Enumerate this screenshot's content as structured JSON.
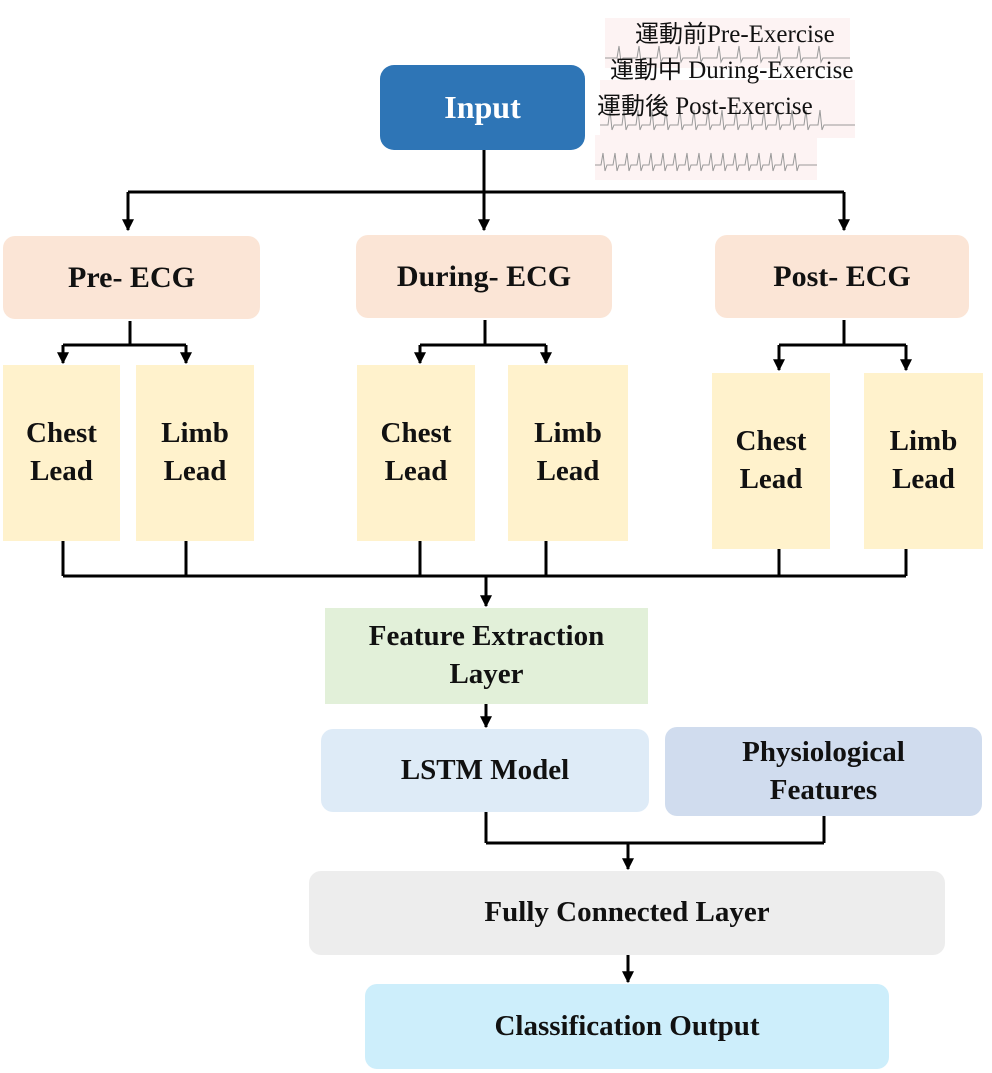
{
  "input": {
    "label": "Input"
  },
  "legend": [
    {
      "zh": "運動前",
      "en": "Pre-Exercise"
    },
    {
      "zh": "運動中",
      "en": "During-Exercise"
    },
    {
      "zh": "運動後",
      "en": "Post-Exercise"
    }
  ],
  "groups": [
    {
      "ecg": "Pre- ECG",
      "chest": [
        "Chest",
        "Lead"
      ],
      "limb": [
        "Limb",
        "Lead"
      ]
    },
    {
      "ecg": "During- ECG",
      "chest": [
        "Chest",
        "Lead"
      ],
      "limb": [
        "Limb",
        "Lead"
      ]
    },
    {
      "ecg": "Post- ECG",
      "chest": [
        "Chest",
        "Lead"
      ],
      "limb": [
        "Limb",
        "Lead"
      ]
    }
  ],
  "feature_extraction": [
    "Feature Extraction",
    "Layer"
  ],
  "lstm": "LSTM Model",
  "physiological": [
    "Physiological",
    "Features"
  ],
  "fully_connected": "Fully Connected Layer",
  "classification": "Classification Output",
  "colors": {
    "input": "#2e75b6",
    "ecg": "#fbe5d6",
    "lead": "#fff2cc",
    "feature_extraction": "#e2f0d9",
    "lstm": "#deebf7",
    "physiological": "#d0dcee",
    "fully_connected": "#ededed",
    "classification": "#cdeefb",
    "connector": "#000000"
  }
}
